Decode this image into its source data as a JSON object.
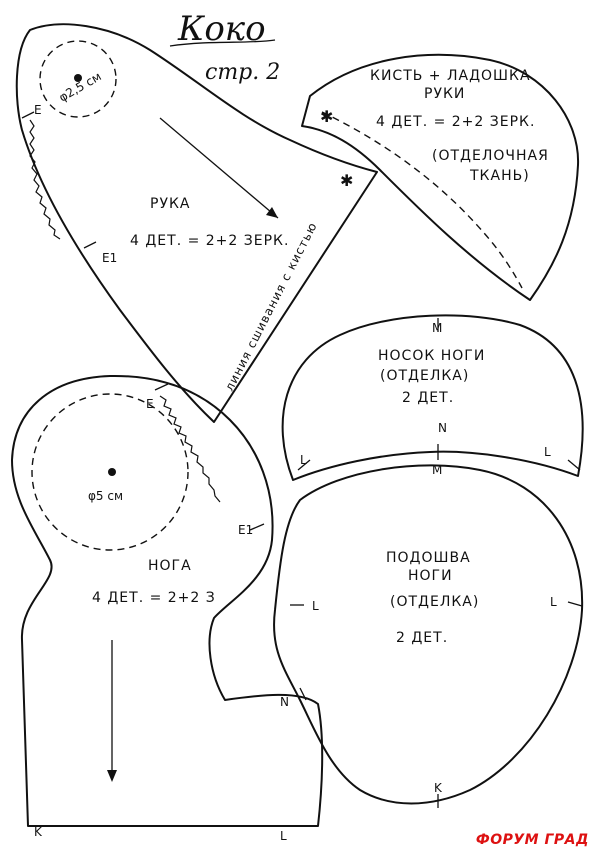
{
  "title": "Коко",
  "page": "стр. 2",
  "pieces": {
    "arm": {
      "name": "РУКА",
      "count": "4 ДЕТ. = 2+2 ЗЕРК.",
      "circle": "φ2,5 см",
      "sewing_line": "линия сшивания с кистью",
      "marks": [
        "E",
        "E1"
      ]
    },
    "hand": {
      "name1": "КИСТЬ + ЛАДОШКА",
      "name2": "РУКИ",
      "count": "4 ДЕТ. = 2+2 ЗЕРК.",
      "fabric1": "(ОТДЕЛОЧНАЯ",
      "fabric2": "ТКАНЬ)"
    },
    "toe": {
      "name": "НОСОК НОГИ",
      "sub": "(ОТДЕЛКА)",
      "count": "2 ДЕТ.",
      "marks": [
        "M",
        "N",
        "M",
        "L",
        "L"
      ]
    },
    "sole": {
      "name1": "ПОДОШВА",
      "name2": "НОГИ",
      "sub": "(ОТДЕЛКА)",
      "count": "2 ДЕТ.",
      "marks": [
        "L",
        "L",
        "K"
      ]
    },
    "leg": {
      "name": "НОГА",
      "count": "4 ДЕТ. = 2+2 З",
      "circle": "φ5 см",
      "marks": [
        "E",
        "E1",
        "N",
        "K",
        "L"
      ]
    }
  },
  "watermark": {
    "part1": "ФОРУМ",
    "part2": "ГРАД"
  }
}
